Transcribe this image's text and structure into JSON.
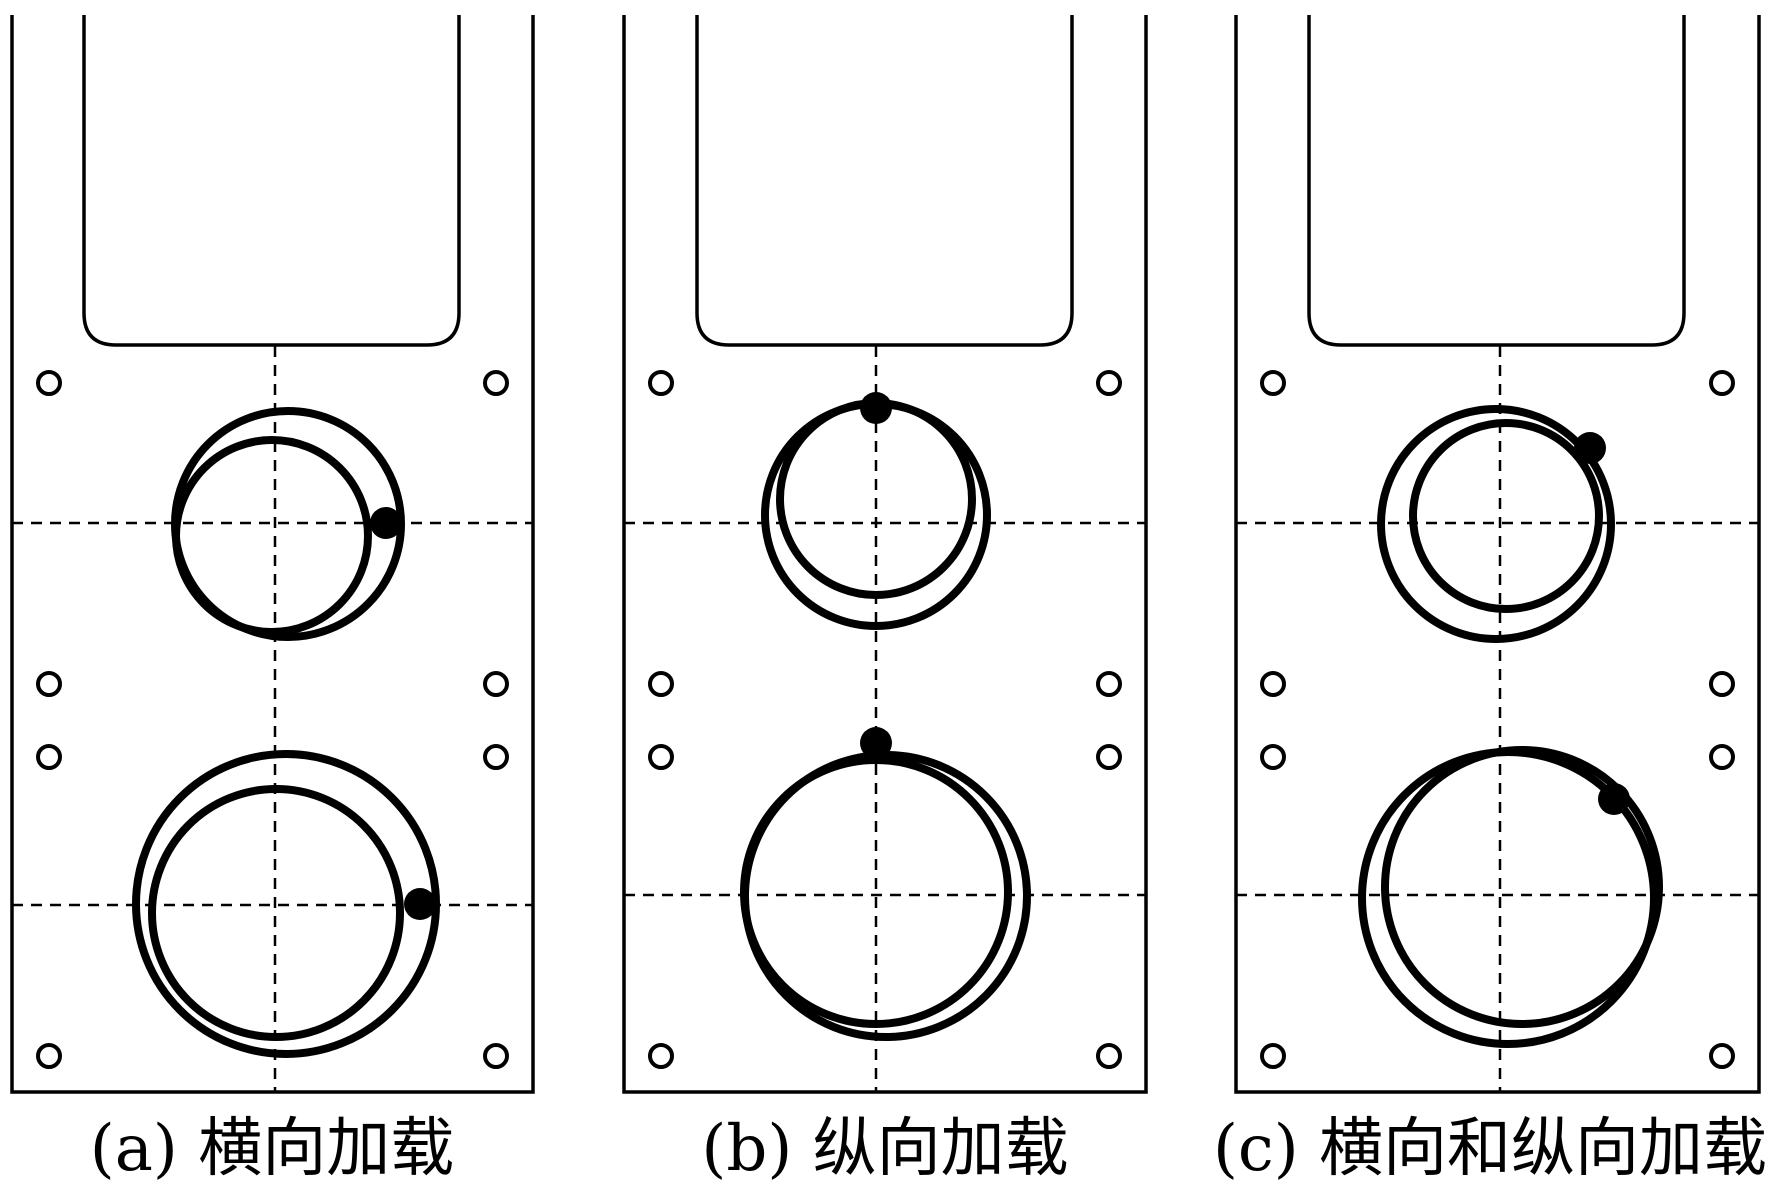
{
  "figure": {
    "panels": [
      {
        "id": "a",
        "caption": "(a) 横向加载",
        "loading_direction": "lateral"
      },
      {
        "id": "b",
        "caption": "(b) 纵向加载",
        "loading_direction": "longitudinal"
      },
      {
        "id": "c",
        "caption": "(c) 横向和纵向加载",
        "loading_direction": "lateral-and-longitudinal"
      }
    ]
  }
}
